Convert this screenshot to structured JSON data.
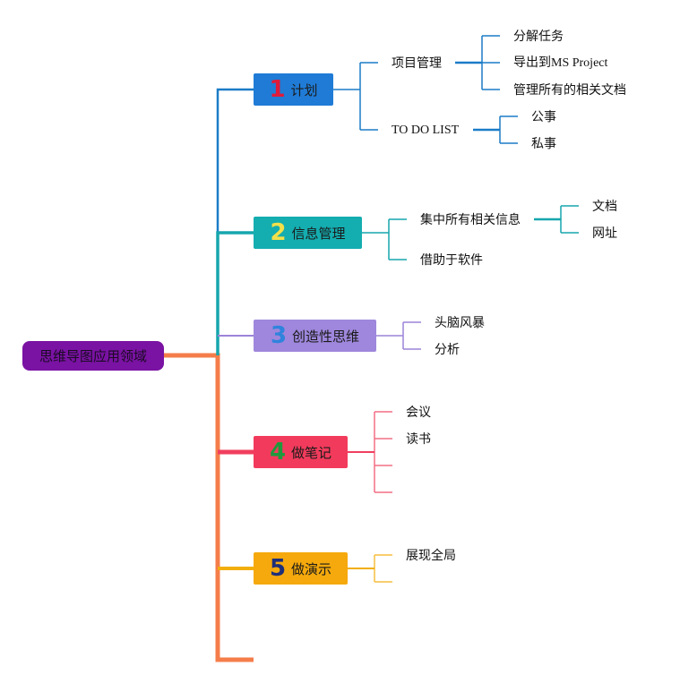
{
  "root": {
    "label": "思维导图应用领域",
    "color": "#7a12a3"
  },
  "branches": [
    {
      "num": "1",
      "label": "计划",
      "color": "#1b7cc7",
      "box": "#1f7bd6",
      "numColor": "#e01a3a",
      "children": [
        {
          "label": "项目管理",
          "children": [
            {
              "label": "分解任务"
            },
            {
              "label": "导出到MS Project"
            },
            {
              "label": "管理所有的相关文档"
            }
          ]
        },
        {
          "label": "TO DO LIST",
          "children": [
            {
              "label": "公事"
            },
            {
              "label": "私事"
            }
          ]
        }
      ]
    },
    {
      "num": "2",
      "label": "信息管理",
      "color": "#16a6ad",
      "box": "#14adb0",
      "numColor": "#f2e04a",
      "children": [
        {
          "label": "集中所有相关信息",
          "children": [
            {
              "label": "文档"
            },
            {
              "label": "网址"
            }
          ]
        },
        {
          "label": "借助于软件",
          "children": []
        }
      ]
    },
    {
      "num": "3",
      "label": "创造性思维",
      "color": "#9c84d8",
      "box": "#9e87dc",
      "numColor": "#2f83dd",
      "children": [
        {
          "label": "头脑风暴",
          "children": []
        },
        {
          "label": "分析",
          "children": []
        }
      ]
    },
    {
      "num": "4",
      "label": "做笔记",
      "color": "#f03e5e",
      "box": "#f23b5c",
      "numColor": "#1e9a3c",
      "children": [
        {
          "label": "会议",
          "children": []
        },
        {
          "label": "读书",
          "children": []
        },
        {
          "label": "",
          "children": []
        },
        {
          "label": "",
          "children": []
        }
      ]
    },
    {
      "num": "5",
      "label": "做演示",
      "color": "#f2ae0c",
      "box": "#f5a90c",
      "numColor": "#1e2f7a",
      "children": [
        {
          "label": "展现全局",
          "children": []
        },
        {
          "label": "",
          "children": []
        }
      ]
    }
  ],
  "trunkColor": "#f47d4a"
}
